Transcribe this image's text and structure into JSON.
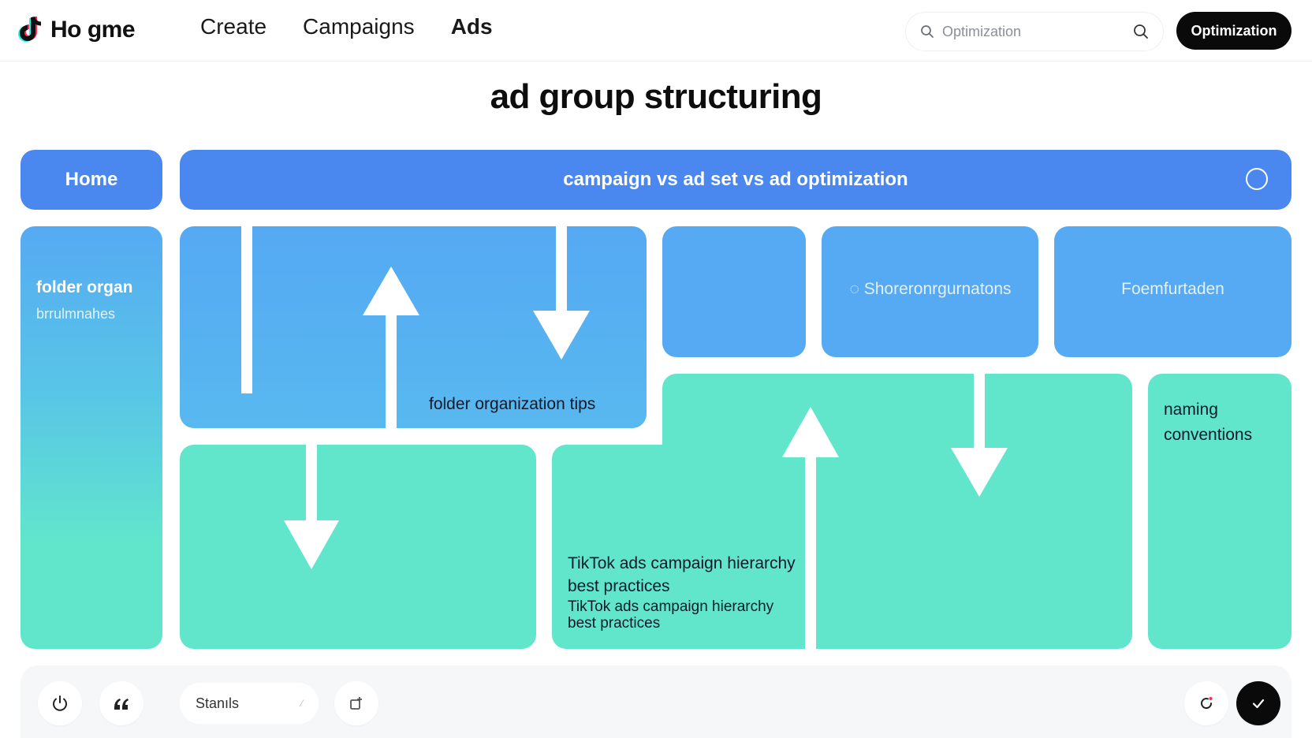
{
  "app": {
    "logo_text": "Ho gme",
    "nav": [
      "Create",
      "Campaigns",
      "Ads"
    ],
    "search_placeholder": "Optimization",
    "cta_label": "Optimization",
    "accent": "#4a88f0",
    "mint": "#61e6cc"
  },
  "page": {
    "title": "ad group structuring",
    "home_label": "Home",
    "banner_label": "campaign vs ad set vs ad optimization"
  },
  "tiles": {
    "left_title": "folder organ",
    "left_sub": "brrulmnahes",
    "top_left_caption": "folder organization tips",
    "top_right_a": "◌ Shoreronrgurnatons",
    "top_right_b": "Foemfurtaden",
    "naming": "naming conventions",
    "hierarchy_a": "TikTok ads campaign hierarchy best practices",
    "hierarchy_b": "TikTok ads campaign hierarchy best practices"
  },
  "bottom": {
    "status_label": "Stanıls",
    "icons": [
      "power-icon",
      "quote-icon",
      "share-icon",
      "refresh-icon",
      "check-icon"
    ]
  }
}
